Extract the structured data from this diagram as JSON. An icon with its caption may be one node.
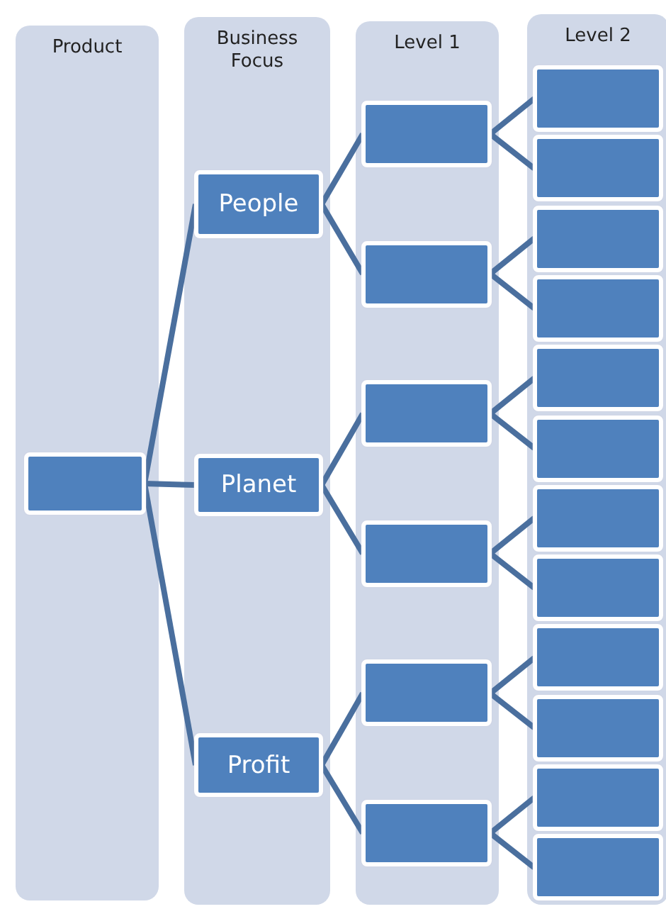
{
  "diagram": {
    "nodes": [
      {
        "text": [
          "Product"
        ]
      },
      {
        "text": [
          "Business Focus"
        ]
      },
      {
        "text": [
          "Level 1"
        ]
      },
      {
        "text": [
          "Level 2"
        ]
      },
      {
        "text": [],
        "shape": "box",
        "in": 0
      },
      {
        "text": [
          "People"
        ],
        "in": 1
      },
      {
        "text": [
          "Planet"
        ],
        "in": 1
      },
      {
        "text": [
          "Profit"
        ],
        "in": 1
      },
      {
        "text": [],
        "shape": "box",
        "in": 2
      },
      {
        "text": [],
        "shape": "box",
        "in": 2
      },
      {
        "text": [],
        "shape": "box",
        "in": 2
      },
      {
        "text": [],
        "shape": "box",
        "in": 2
      },
      {
        "text": [],
        "shape": "box",
        "in": 2
      },
      {
        "text": [],
        "shape": "box",
        "in": 2
      },
      {
        "text": [],
        "shape": "box",
        "in": 3
      },
      {
        "text": [],
        "shape": "box",
        "in": 3
      },
      {
        "text": [],
        "shape": "box",
        "in": 3
      },
      {
        "text": [],
        "shape": "box",
        "in": 3
      },
      {
        "text": [],
        "shape": "box",
        "in": 3
      },
      {
        "text": [],
        "shape": "box",
        "in": 3
      },
      {
        "text": [],
        "shape": "box",
        "in": 3
      },
      {
        "text": [],
        "shape": "box",
        "in": 3
      },
      {
        "text": [],
        "shape": "box",
        "in": 3
      },
      {
        "text": [],
        "shape": "box",
        "in": 3
      },
      {
        "text": [],
        "shape": "box",
        "in": 3
      },
      {
        "text": [],
        "shape": "box",
        "in": 3
      }
    ],
    "edges": [
      {
        "from": 4,
        "to": 5,
        "arrow": "none"
      },
      {
        "from": 4,
        "to": 6,
        "arrow": "none"
      },
      {
        "from": 4,
        "to": 7,
        "arrow": "none"
      },
      {
        "from": 5,
        "to": 8,
        "arrow": "none"
      },
      {
        "from": 5,
        "to": 9,
        "arrow": "none"
      },
      {
        "from": 6,
        "to": 10,
        "arrow": "none"
      },
      {
        "from": 6,
        "to": 11,
        "arrow": "none"
      },
      {
        "from": 7,
        "to": 12,
        "arrow": "none"
      },
      {
        "from": 7,
        "to": 13,
        "arrow": "none"
      },
      {
        "from": 8,
        "to": 14,
        "arrow": "none"
      },
      {
        "from": 8,
        "to": 15,
        "arrow": "none"
      },
      {
        "from": 9,
        "to": 16,
        "arrow": "none"
      },
      {
        "from": 9,
        "to": 17,
        "arrow": "none"
      },
      {
        "from": 10,
        "to": 18,
        "arrow": "none"
      },
      {
        "from": 10,
        "to": 19,
        "arrow": "none"
      },
      {
        "from": 11,
        "to": 20,
        "arrow": "none"
      },
      {
        "from": 11,
        "to": 21,
        "arrow": "none"
      },
      {
        "from": 12,
        "to": 22,
        "arrow": "none"
      },
      {
        "from": 12,
        "to": 23,
        "arrow": "none"
      },
      {
        "from": 13,
        "to": 24,
        "arrow": "none"
      },
      {
        "from": 13,
        "to": 25,
        "arrow": "none"
      }
    ]
  }
}
